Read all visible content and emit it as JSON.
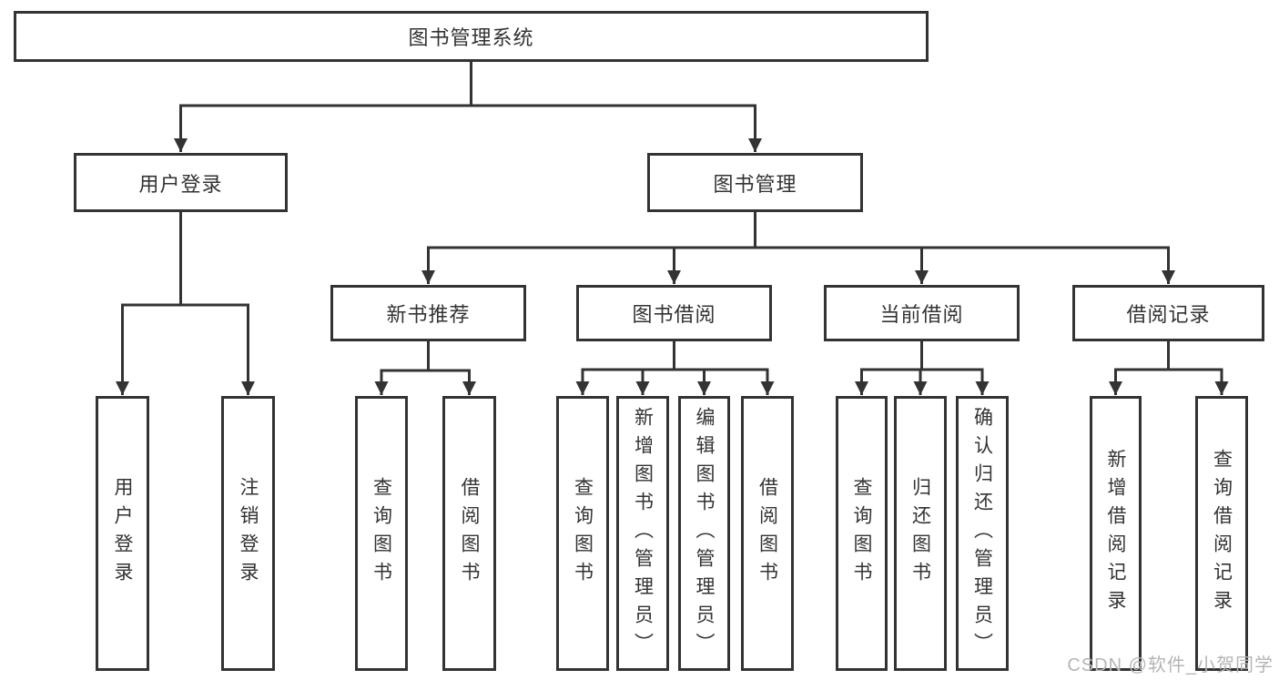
{
  "diagram": {
    "type": "hierarchy-tree",
    "root": {
      "label": "图书管理系统"
    },
    "branches": [
      {
        "label": "用户登录",
        "leaves": [
          {
            "label": "用户登录"
          },
          {
            "label": "注销登录"
          }
        ]
      },
      {
        "label": "图书管理",
        "groups": [
          {
            "label": "新书推荐",
            "leaves": [
              {
                "label": "查询图书"
              },
              {
                "label": "借阅图书"
              }
            ]
          },
          {
            "label": "图书借阅",
            "leaves": [
              {
                "label": "查询图书"
              },
              {
                "label": "新增图书（管理员）"
              },
              {
                "label": "编辑图书（管理员）"
              },
              {
                "label": "借阅图书"
              }
            ]
          },
          {
            "label": "当前借阅",
            "leaves": [
              {
                "label": "查询图书"
              },
              {
                "label": "归还图书"
              },
              {
                "label": "确认归还（管理员）"
              }
            ]
          },
          {
            "label": "借阅记录",
            "leaves": [
              {
                "label": "新增借阅记录"
              },
              {
                "label": "查询借阅记录"
              }
            ]
          }
        ]
      }
    ]
  },
  "watermark": {
    "text": "CSDN @软件_小贺同学",
    "color": "#b5b5b5"
  },
  "colors": {
    "box_border": "#333333",
    "box_text": "#333333",
    "connector": "#333333",
    "background": "#ffffff"
  }
}
